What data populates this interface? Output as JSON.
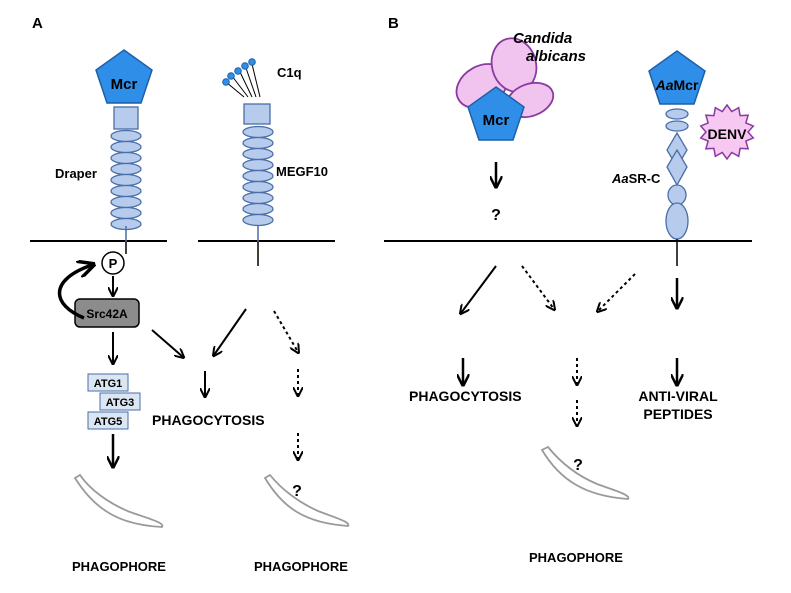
{
  "panels": {
    "a": "A",
    "b": "B"
  },
  "panel_a": {
    "mcr": "Mcr",
    "draper": "Draper",
    "c1q": "C1q",
    "megf10": "MEGF10",
    "phospho": "P",
    "src": "Src42A",
    "atg1": "ATG1",
    "atg3": "ATG3",
    "atg5": "ATG5",
    "phagocytosis": "PHAGOCYTOSIS",
    "unknown": "?",
    "phagophore_left": "PHAGOPHORE",
    "phagophore_right": "PHAGOPHORE"
  },
  "panel_b": {
    "candida_line1": "Candida",
    "candida_line2": "albicans",
    "mcr": "Mcr",
    "unknown_top": "?",
    "aamcr_prefix": "Aa",
    "aamcr_suffix": "Mcr",
    "denv": "DENV",
    "srcc_prefix": "Aa",
    "srcc_suffix": "SR-C",
    "phagocytosis": "PHAGOCYTOSIS",
    "antiviral_line1": "ANTI-VIRAL",
    "antiviral_line2": "PEPTIDES",
    "unknown_bottom": "?",
    "phagophore": "PHAGOPHORE"
  },
  "colors": {
    "receptor_blue": "#2f8fe8",
    "receptor_stroke": "#1f5fa8",
    "domain_fill": "#b7ccec",
    "domain_stroke": "#4a6ea8",
    "candida_fill": "#f0c4ee",
    "candida_stroke": "#8a3aa0",
    "candida_text": "#7a2fa0",
    "denv_fill": "#f6c8f2",
    "src_fill": "#8c8c8c",
    "atg_fill": "#dbe6f3",
    "phagophore_stroke": "#9a9a9a"
  },
  "icons": {
    "pentagon": "receptor-pentagon-icon",
    "c1q": "c1q-lollipop-icon",
    "phagophore": "crescent-membrane-icon",
    "denv": "virus-star-icon",
    "candida": "fungus-cells-icon"
  }
}
